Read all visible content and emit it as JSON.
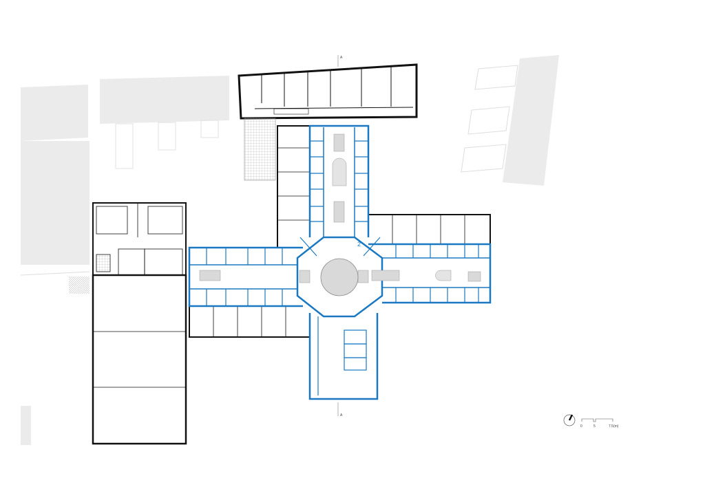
{
  "plan": {
    "section_marker_top": "A",
    "section_marker_bottom": "A",
    "room_number": "2",
    "colors": {
      "existing_walls": "#111111",
      "new_walls": "#1a78c2",
      "context_buildings": "#ebebeb",
      "central_hall": "#d9d9d9"
    }
  },
  "scale_bar": {
    "ticks": [
      "0",
      "5",
      "7.5(m)"
    ]
  },
  "north_arrow": {
    "icon": "north-arrow-icon"
  }
}
